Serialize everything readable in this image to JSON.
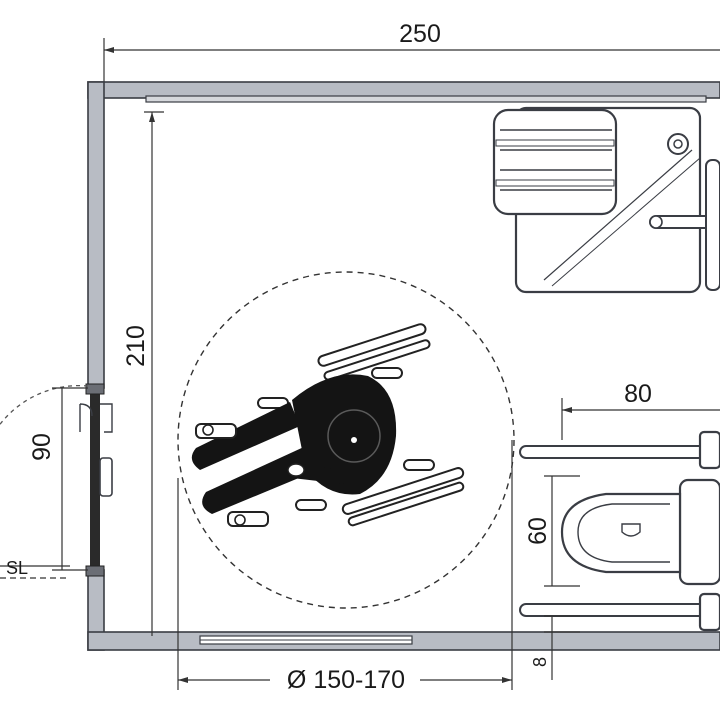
{
  "dimensions": {
    "width_total": "250",
    "depth_total": "210",
    "door_width": "90",
    "turning_circle": "Ø 150-170",
    "grab_bar_length": "80",
    "toilet_depth": "60",
    "wall_offset": "8",
    "outside_label": "SL"
  },
  "colors": {
    "wall_fill": "#b8bcc4",
    "outline": "#3a3d44",
    "figure": "#141414"
  }
}
